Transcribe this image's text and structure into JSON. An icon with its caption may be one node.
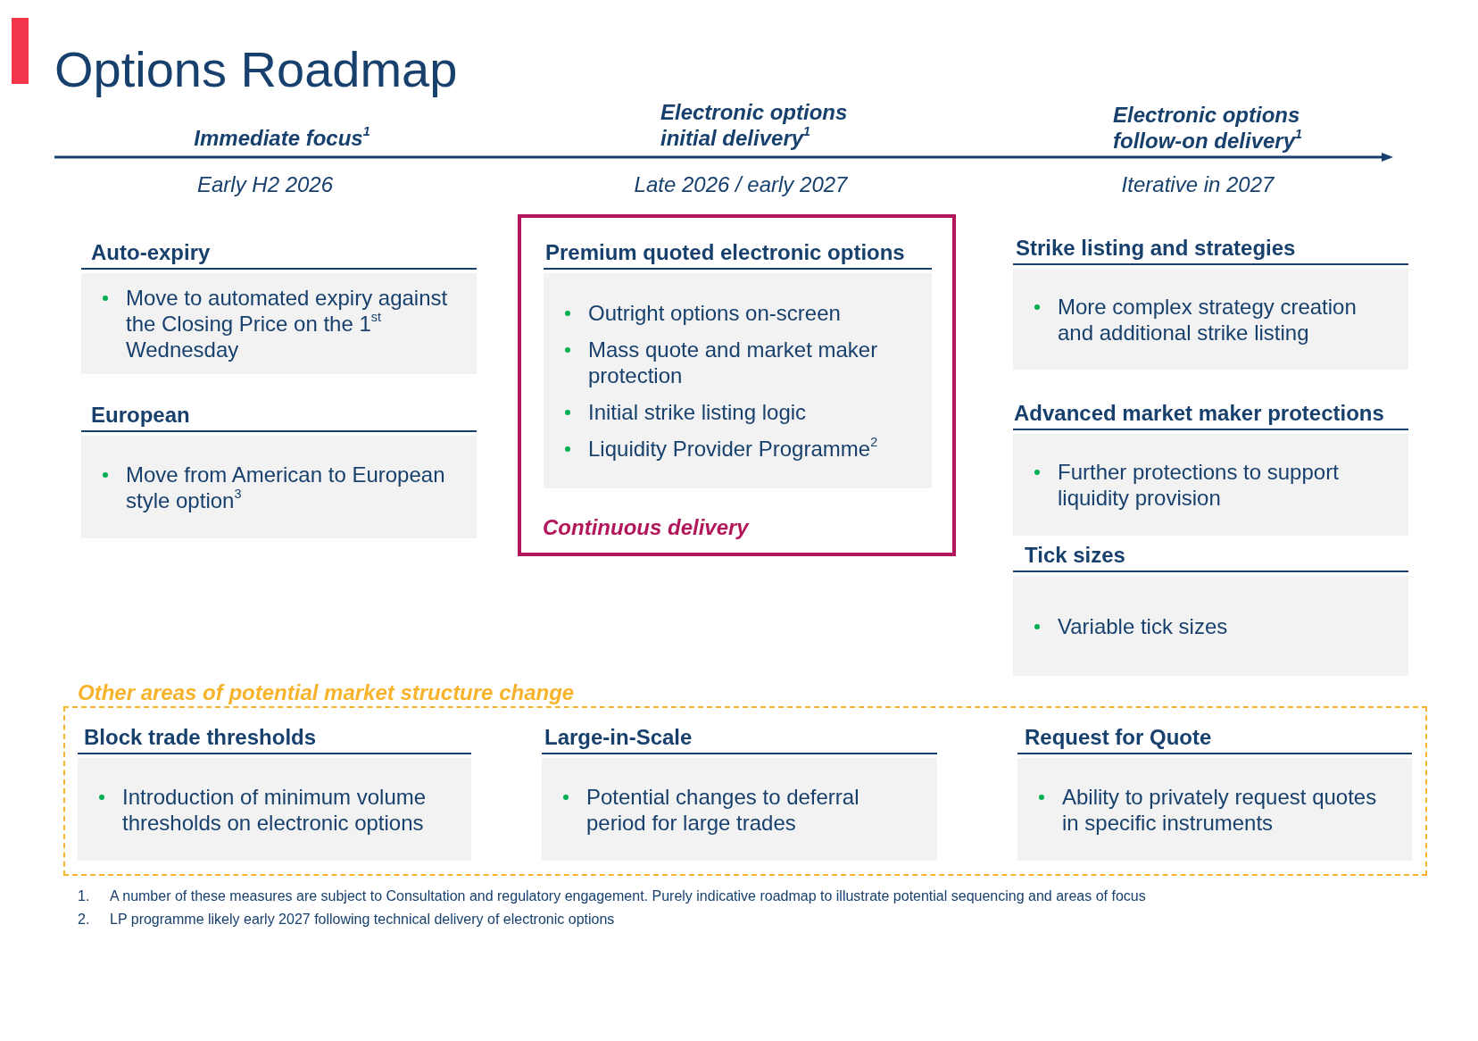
{
  "diagram": {
    "title": "Options Roadmap",
    "nodes": [
      {
        "text": [
          "Auto-expiry",
          "Move to automated expiry against the Closing Price on the 1$^{st}$ Wednesday"
        ]
      },
      {
        "text": [
          "European",
          "Move from American to European style option$^{3}$"
        ]
      },
      {
        "text": [
          "Continuous delivery"
        ]
      },
      {
        "text": [
          "Premium quoted electronic options",
          "Outright options on-screen",
          "Mass quote and market maker protection",
          "Initial strike listing logic",
          "Liquidity Provider Programme$^{2}$"
        ],
        "in": 2
      },
      {
        "text": [
          "Strike listing and strategies",
          "More complex strategy creation and additional strike listing"
        ]
      },
      {
        "text": [
          "Advanced market maker protections",
          "Further protections to support liquidity provision"
        ]
      },
      {
        "text": [
          "Tick sizes",
          "Variable tick sizes"
        ]
      },
      {
        "text": [
          "Other areas of potential market structure change"
        ]
      },
      {
        "text": [
          "Block trade thresholds",
          "Introduction of minimum volume thresholds on electronic options"
        ],
        "in": 7
      },
      {
        "text": [
          "Large-in-Scale",
          "Potential changes to deferral period for large trades"
        ],
        "in": 7
      },
      {
        "text": [
          "Request for Quote",
          "Ability to privately request quotes in specific instruments"
        ],
        "in": 7
      }
    ],
    "labels": [
      "Immediate focus$^{1}$",
      "Electronic options initial delivery$^{1}$",
      "Electronic options follow-on delivery$^{1}$",
      "Early H2 2026",
      "Late 2026 / early 2027",
      "Iterative in 2027",
      "1.",
      "A number of these measures are subject to Consultation and regulatory engagement. Purely indicative roadmap to illustrate potential sequencing and areas of focus",
      "2.",
      "LP programme likely early 2027 following technical delivery of electronic options"
    ]
  }
}
